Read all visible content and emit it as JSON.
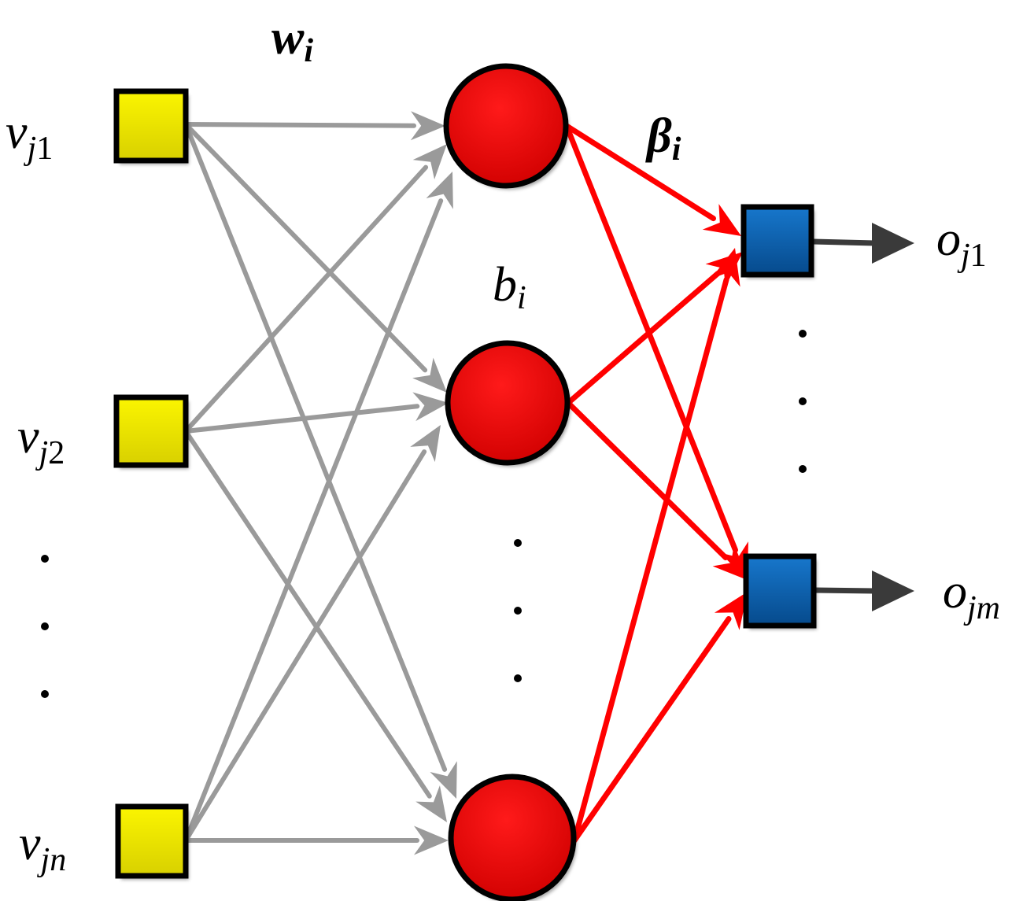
{
  "labels": {
    "input_weight": {
      "main": "w",
      "sub": "i"
    },
    "output_weight": {
      "main": "β",
      "sub": "i"
    },
    "hidden_bias": {
      "main": "b",
      "sub": "i"
    },
    "inputs": [
      {
        "main": "v",
        "sub": "j",
        "subnum": "1"
      },
      {
        "main": "v",
        "sub": "j",
        "subnum": "2"
      },
      {
        "main": "v",
        "sub": "jn",
        "subnum": ""
      }
    ],
    "outputs": [
      {
        "main": "o",
        "sub": "j",
        "subnum": "1"
      },
      {
        "main": "o",
        "sub": "jm",
        "subnum": ""
      }
    ]
  },
  "colors": {
    "input_node": "#f2ee00",
    "hidden_node": "#ee0000",
    "output_node": "#0b63b4",
    "input_edge": "#9a9a9a",
    "output_edge": "#ff0000",
    "output_arrow": "#3a3a3a"
  }
}
